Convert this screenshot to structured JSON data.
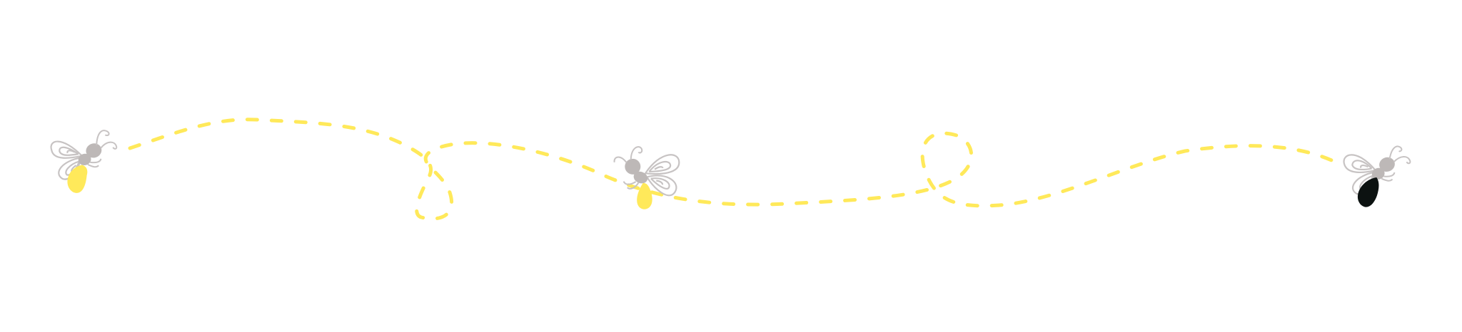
{
  "colors": {
    "background": "#ffffff",
    "trail": "#ffe95a",
    "glow": "#ffe95a",
    "glow_off": "#0c1211",
    "body": "#bdb8b7",
    "outline": "#c7c3c3"
  },
  "icons": {
    "firefly_1": "firefly-icon",
    "firefly_2": "firefly-icon",
    "firefly_3": "firefly-icon"
  },
  "fireflies": [
    {
      "name": "firefly-left",
      "glowing": true
    },
    {
      "name": "firefly-middle",
      "glowing": true
    },
    {
      "name": "firefly-right",
      "glowing": false
    }
  ]
}
